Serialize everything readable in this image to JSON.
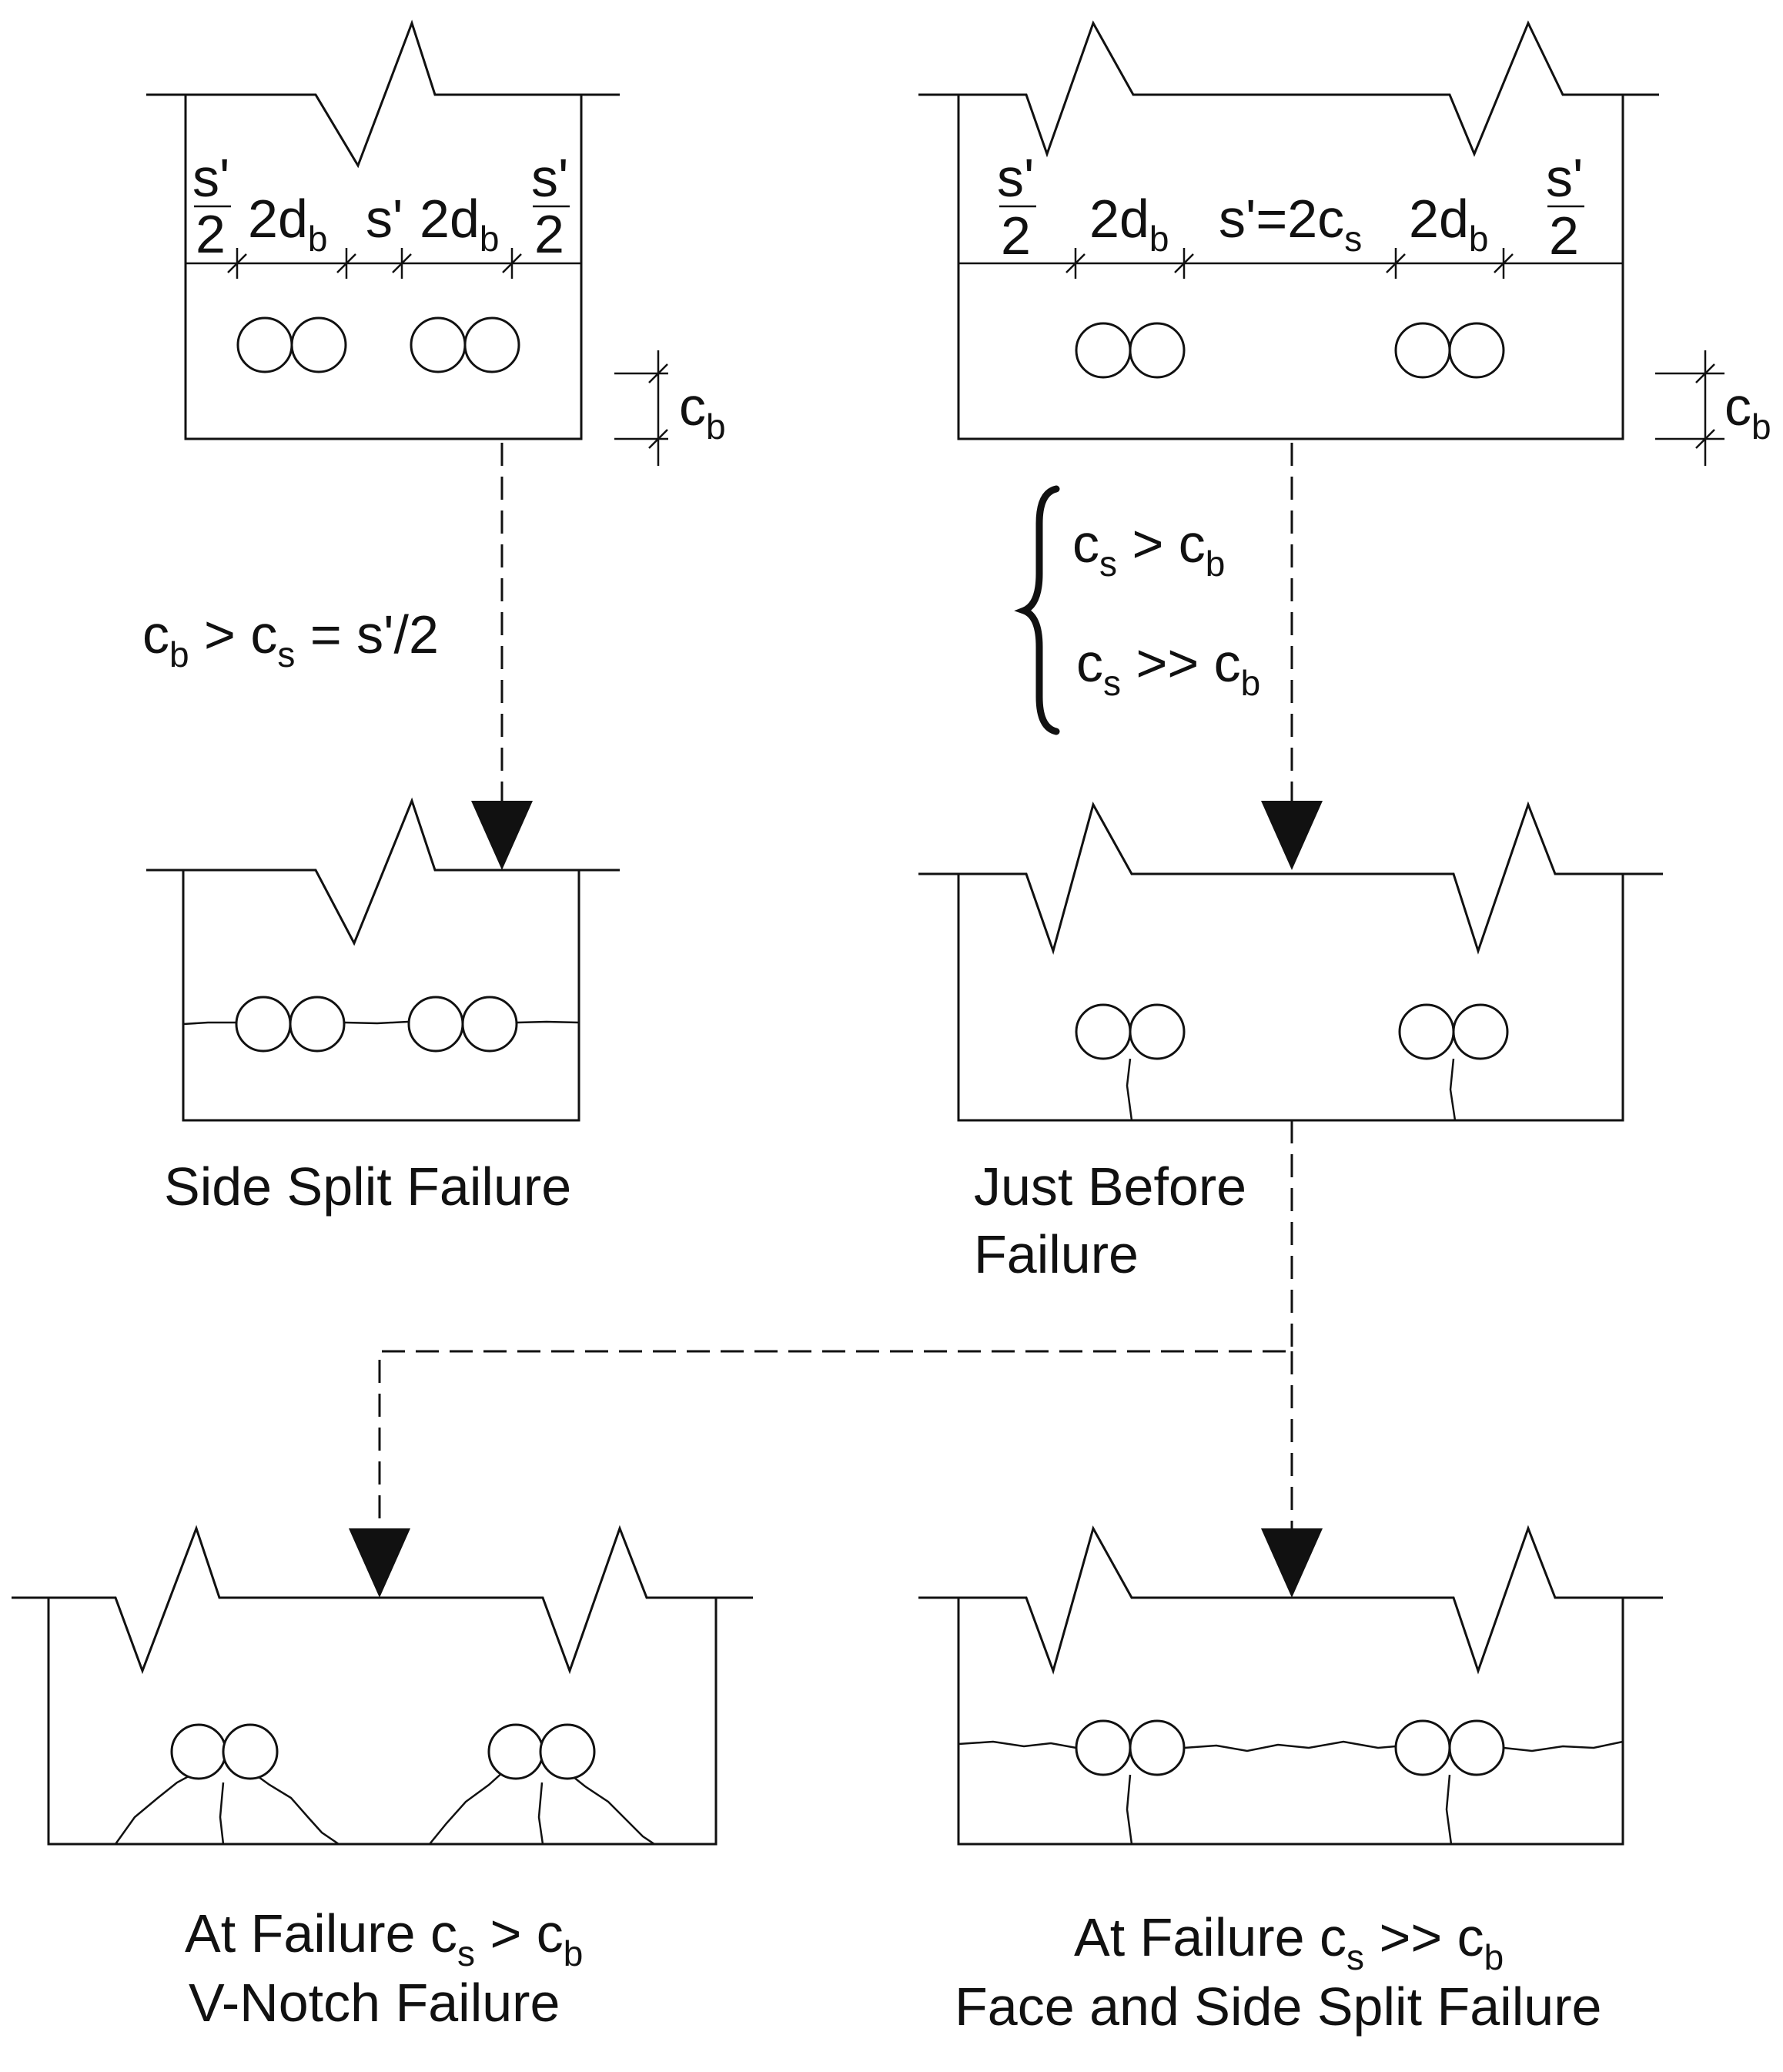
{
  "dimensions": {
    "s_prime_half": "s'",
    "frac_den": "2",
    "two": "2",
    "d_letter": "d",
    "sub_b": "b",
    "s_prime": "s'",
    "s_prime_eq": "s'=2c",
    "sub_s": "s",
    "c_letter": "c"
  },
  "conditions": {
    "left": {
      "c": "c",
      "b": "b",
      "gt": " > c",
      "s": "s",
      "eq": " = s'/2"
    },
    "right_1": {
      "c": "c",
      "s": "s",
      "gt": " > c",
      "b": "b"
    },
    "right_2": {
      "c": "c",
      "s": "s",
      "gt": " >> c",
      "b": "b"
    }
  },
  "captions": {
    "side_split": "Side Split Failure",
    "just_before_1": "Just Before",
    "just_before_2": "Failure",
    "vnotch_1_prefix": "At Failure c",
    "vnotch_1_s": "s",
    "vnotch_1_gt": " > c",
    "vnotch_1_b": "b",
    "vnotch_2": "V-Notch Failure",
    "face_1_prefix": "At Failure c",
    "face_1_s": "s",
    "face_1_gt": " >> c",
    "face_1_b": "b",
    "face_2": "Face and Side Split Failure"
  }
}
